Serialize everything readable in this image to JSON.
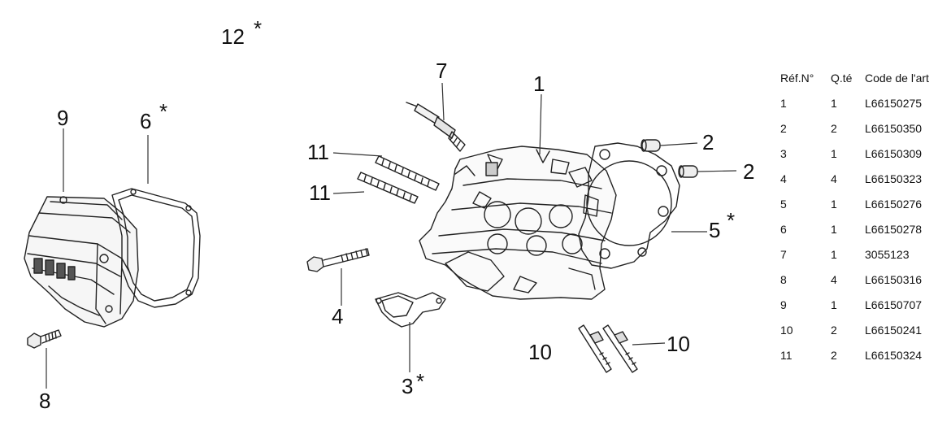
{
  "callouts": {
    "c12": "12",
    "c9": "9",
    "c6": "6",
    "c8": "8",
    "c7": "7",
    "c1": "1",
    "c11a": "11",
    "c11b": "11",
    "c4": "4",
    "c3": "3",
    "c2a": "2",
    "c2b": "2",
    "c5": "5",
    "c10a": "10",
    "c10b": "10"
  },
  "star": "*",
  "table": {
    "headers": [
      "Réf.N°",
      "Q.té",
      "Code de l'art"
    ],
    "rows": [
      {
        "ref": "1",
        "qty": "1",
        "code": "L66150275"
      },
      {
        "ref": "2",
        "qty": "2",
        "code": "L66150350"
      },
      {
        "ref": "3",
        "qty": "1",
        "code": "L66150309"
      },
      {
        "ref": "4",
        "qty": "4",
        "code": "L66150323"
      },
      {
        "ref": "5",
        "qty": "1",
        "code": "L66150276"
      },
      {
        "ref": "6",
        "qty": "1",
        "code": "L66150278"
      },
      {
        "ref": "7",
        "qty": "1",
        "code": "3055123"
      },
      {
        "ref": "8",
        "qty": "4",
        "code": "L66150316"
      },
      {
        "ref": "9",
        "qty": "1",
        "code": "L66150707"
      },
      {
        "ref": "10",
        "qty": "2",
        "code": "L66150241"
      },
      {
        "ref": "11",
        "qty": "2",
        "code": "L66150324"
      }
    ]
  }
}
